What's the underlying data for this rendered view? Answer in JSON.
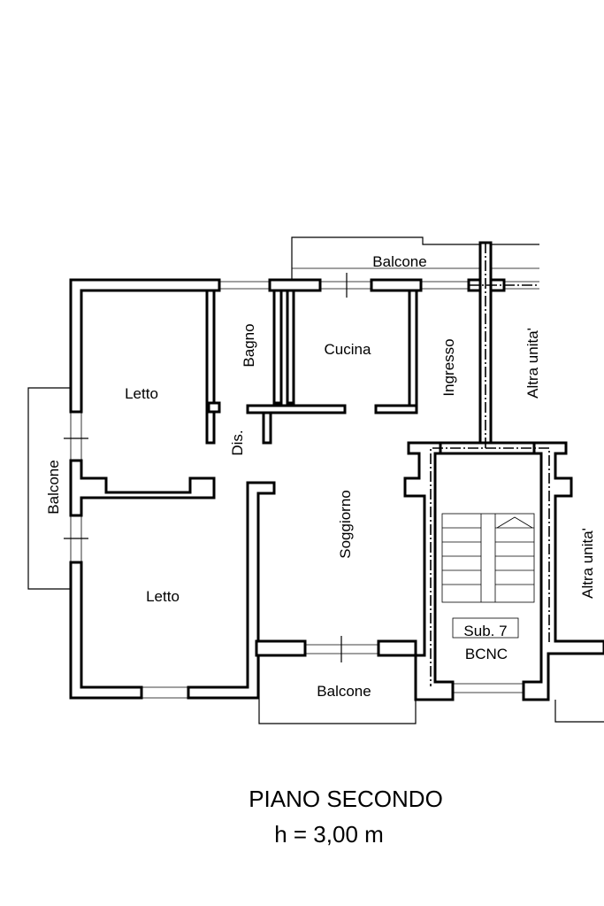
{
  "rooms": {
    "letto_top": "Letto",
    "letto_bottom": "Letto",
    "bagno": "Bagno",
    "cucina": "Cucina",
    "ingresso": "Ingresso",
    "dis": "Dis.",
    "soggiorno": "Soggiorno",
    "balcone_top": "Balcone",
    "balcone_left": "Balcone",
    "balcone_bottom": "Balcone",
    "altra_unita_top": "Altra unita'",
    "altra_unita_right": "Altra unita'",
    "sub": "Sub. 7",
    "bcnc": "BCNC"
  },
  "caption": {
    "title": "PIANO SECONDO",
    "height": "h = 3,00 m"
  }
}
